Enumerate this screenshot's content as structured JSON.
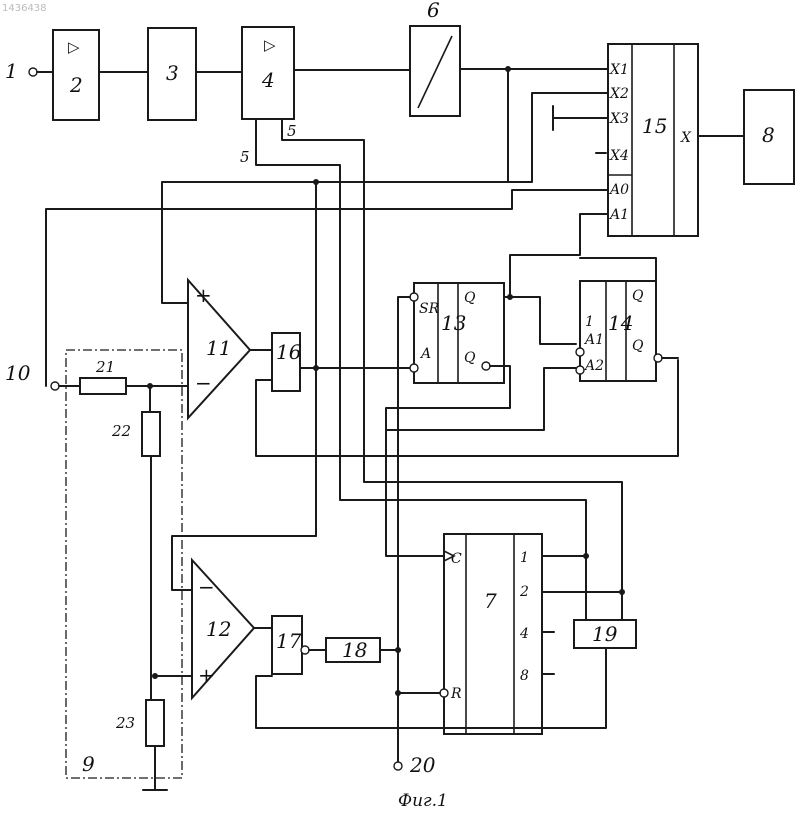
{
  "corner_mark": "1436438",
  "caption": "Фиг.1",
  "terminals": {
    "t1": "1",
    "t5": "5",
    "t5b": "5",
    "t10": "10",
    "t20": "20",
    "t9": "9"
  },
  "blocks": {
    "b2": "2",
    "b3": "3",
    "b4": "4",
    "b6": "6",
    "b8": "8",
    "b7": "7",
    "b11": "11",
    "b12": "12",
    "b13": "13",
    "b14": "14",
    "b15": "15",
    "b16": "16",
    "b17": "17",
    "b18": "18",
    "b19": "19"
  },
  "resistors": {
    "r21": "21",
    "r22": "22",
    "r23": "23"
  },
  "amp_symbol": "▷",
  "signs": {
    "plus": "+",
    "minus": "−"
  },
  "pins": {
    "mux_x1": "X1",
    "mux_x2": "X2",
    "mux_x3": "X3",
    "mux_x4": "X4",
    "mux_a0": "A0",
    "mux_a1": "A1",
    "mux_x": "X",
    "t13_sr": "SR",
    "t13_a": "A",
    "t13_q": "Q",
    "t13_qn": "Q",
    "t14_1": "1",
    "t14_a1": "A1",
    "t14_a2": "A2",
    "t14_q": "Q",
    "t14_qn": "Q",
    "c7_c": "C",
    "c7_r": "R",
    "c7_1": "1",
    "c7_2": "2",
    "c7_4": "4",
    "c7_8": "8"
  }
}
